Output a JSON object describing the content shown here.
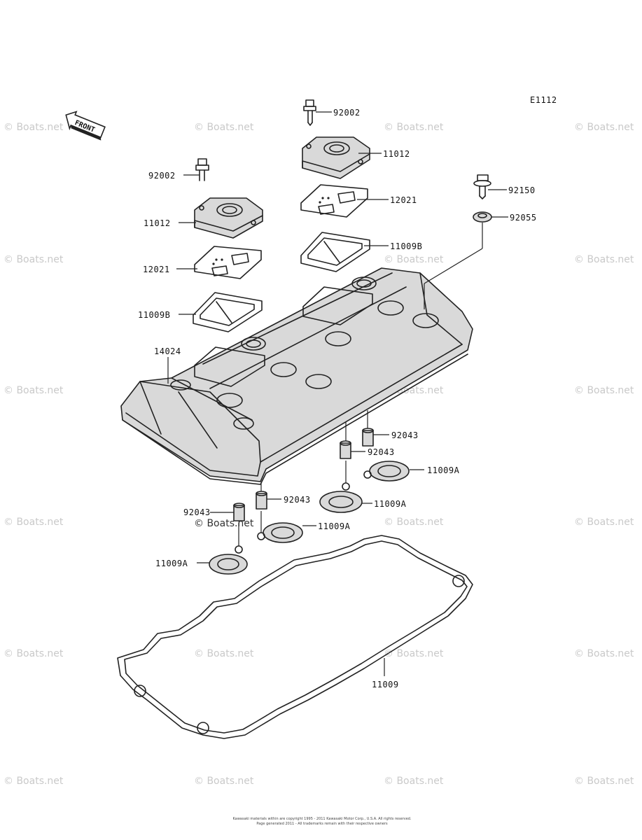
{
  "diagram_code": "E1112",
  "front_marker": "FRONT",
  "callouts": [
    {
      "id": "c-92002-top",
      "text": "92002"
    },
    {
      "id": "c-11012-top",
      "text": "11012"
    },
    {
      "id": "c-12021-top",
      "text": "12021"
    },
    {
      "id": "c-11009b-top",
      "text": "11009B"
    },
    {
      "id": "c-92150",
      "text": "92150"
    },
    {
      "id": "c-92055",
      "text": "92055"
    },
    {
      "id": "c-92002-left",
      "text": "92002"
    },
    {
      "id": "c-11012-left",
      "text": "11012"
    },
    {
      "id": "c-12021-left",
      "text": "12021"
    },
    {
      "id": "c-11009b-left",
      "text": "11009B"
    },
    {
      "id": "c-14024",
      "text": "14024"
    },
    {
      "id": "c-92043-r1",
      "text": "92043"
    },
    {
      "id": "c-92043-r2",
      "text": "92043"
    },
    {
      "id": "c-11009a-r1",
      "text": "11009A"
    },
    {
      "id": "c-11009a-r2",
      "text": "11009A"
    },
    {
      "id": "c-92043-mid",
      "text": "92043"
    },
    {
      "id": "c-92043-left",
      "text": "92043"
    },
    {
      "id": "c-11009a-mid",
      "text": "11009A"
    },
    {
      "id": "c-11009a-left",
      "text": "11009A"
    },
    {
      "id": "c-11009",
      "text": "11009"
    }
  ],
  "watermark": "© Boats.net",
  "copyright_lines": [
    "Kawasaki materials within are copyright 1995 - 2011 Kawasaki Motor Corp., U.S.A. All rights reserved.",
    "Page generated 2011 - All trademarks remain with their respective owners"
  ]
}
